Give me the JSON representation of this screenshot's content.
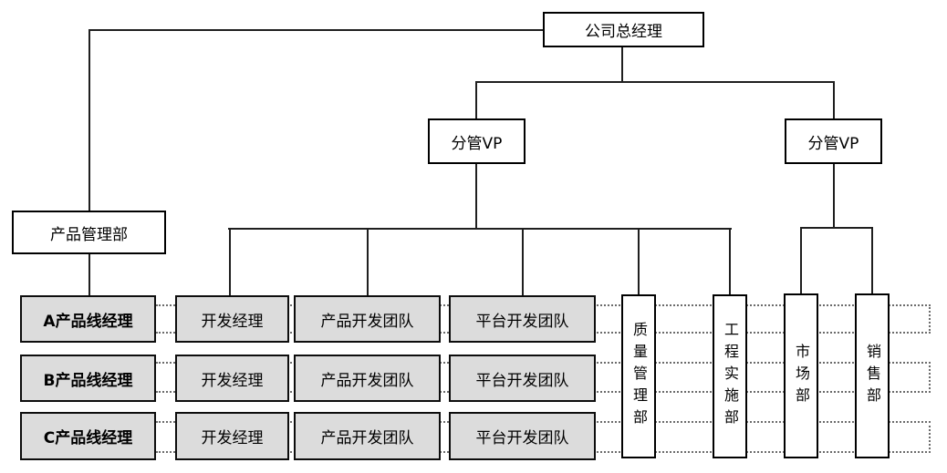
{
  "org": {
    "general_manager": {
      "label": "公司总经理"
    },
    "vps": [
      {
        "label": "分管VP"
      },
      {
        "label": "分管VP"
      }
    ],
    "product_mgmt": {
      "label": "产品管理部"
    },
    "matrix_rows": [
      {
        "cells": [
          "A产品线经理",
          "开发经理",
          "产品开发团队",
          "平台开发团队"
        ]
      },
      {
        "cells": [
          "B产品线经理",
          "开发经理",
          "产品开发团队",
          "平台开发团队"
        ]
      },
      {
        "cells": [
          "C产品线经理",
          "开发经理",
          "产品开发团队",
          "平台开发团队"
        ]
      }
    ],
    "vertical_depts": [
      {
        "label": "质量管理部"
      },
      {
        "label": "工程实施部"
      },
      {
        "label": "市场部"
      },
      {
        "label": "销售部"
      }
    ],
    "colors": {
      "box_fill_gray": "#dcdcdc",
      "box_fill_white": "#ffffff",
      "box_border": "#000000",
      "connector": "#1f1f1f",
      "dotted_link": "#6b6b6b"
    }
  }
}
